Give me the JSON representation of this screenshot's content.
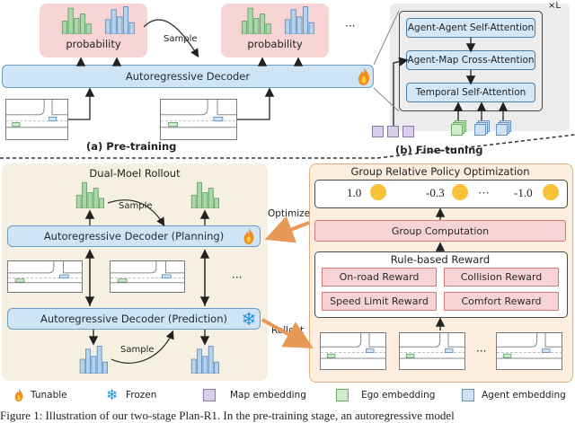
{
  "pretrain": {
    "probability_left": "probability",
    "probability_right": "probability",
    "sample": "Sample",
    "decoder": "Autoregressive Decoder",
    "dots": "···",
    "caption": "(a) Pre-training"
  },
  "finetune": {
    "x_label": "×L",
    "layers": [
      "Agent-Agent Self-Attention",
      "Agent-Map Cross-Attention",
      "Temporal Self-Attention"
    ],
    "caption": "(b) Fine-tuning"
  },
  "rollout": {
    "title": "Dual-Moel Rollout",
    "sample_top": "Sample",
    "sample_bottom": "Sample",
    "planning": "Autoregressive Decoder (Planning)",
    "prediction": "Autoregressive Decoder (Prediction)",
    "dots": "···"
  },
  "grpo": {
    "title": "Group Relative Policy Optimization",
    "scores": [
      "1.0",
      "-0.3",
      "···",
      "-1.0"
    ],
    "group_computation": "Group Computation",
    "rule_title": "Rule-based Reward",
    "rewards": [
      "On-road Reward",
      "Collision Reward",
      "Speed Limit Reward",
      "Comfort Reward"
    ],
    "dots": "···"
  },
  "arrows": {
    "optimize": "Optimize",
    "rollout": "Rollout"
  },
  "legend": {
    "tunable": "Tunable",
    "frozen": "Frozen",
    "map": "Map embedding",
    "ego": "Ego embedding",
    "agent": "Agent embedding"
  },
  "colors": {
    "green_bar": "#a8d8a8",
    "blue_bar": "#b4d3ef",
    "decoder_fill": "#cfe5f5",
    "pink_region": "#f7d5d5",
    "beige_region": "#f6f0e2",
    "peach_region": "#fdeee0",
    "map_embed": "#d9cfe8",
    "ego_embed": "#cfeccb",
    "agent_embed": "#cfe2f5"
  },
  "figure_caption": "Figure 1: Illustration of our two-stage Plan-R1. In the pre-training stage, an autoregressive model"
}
